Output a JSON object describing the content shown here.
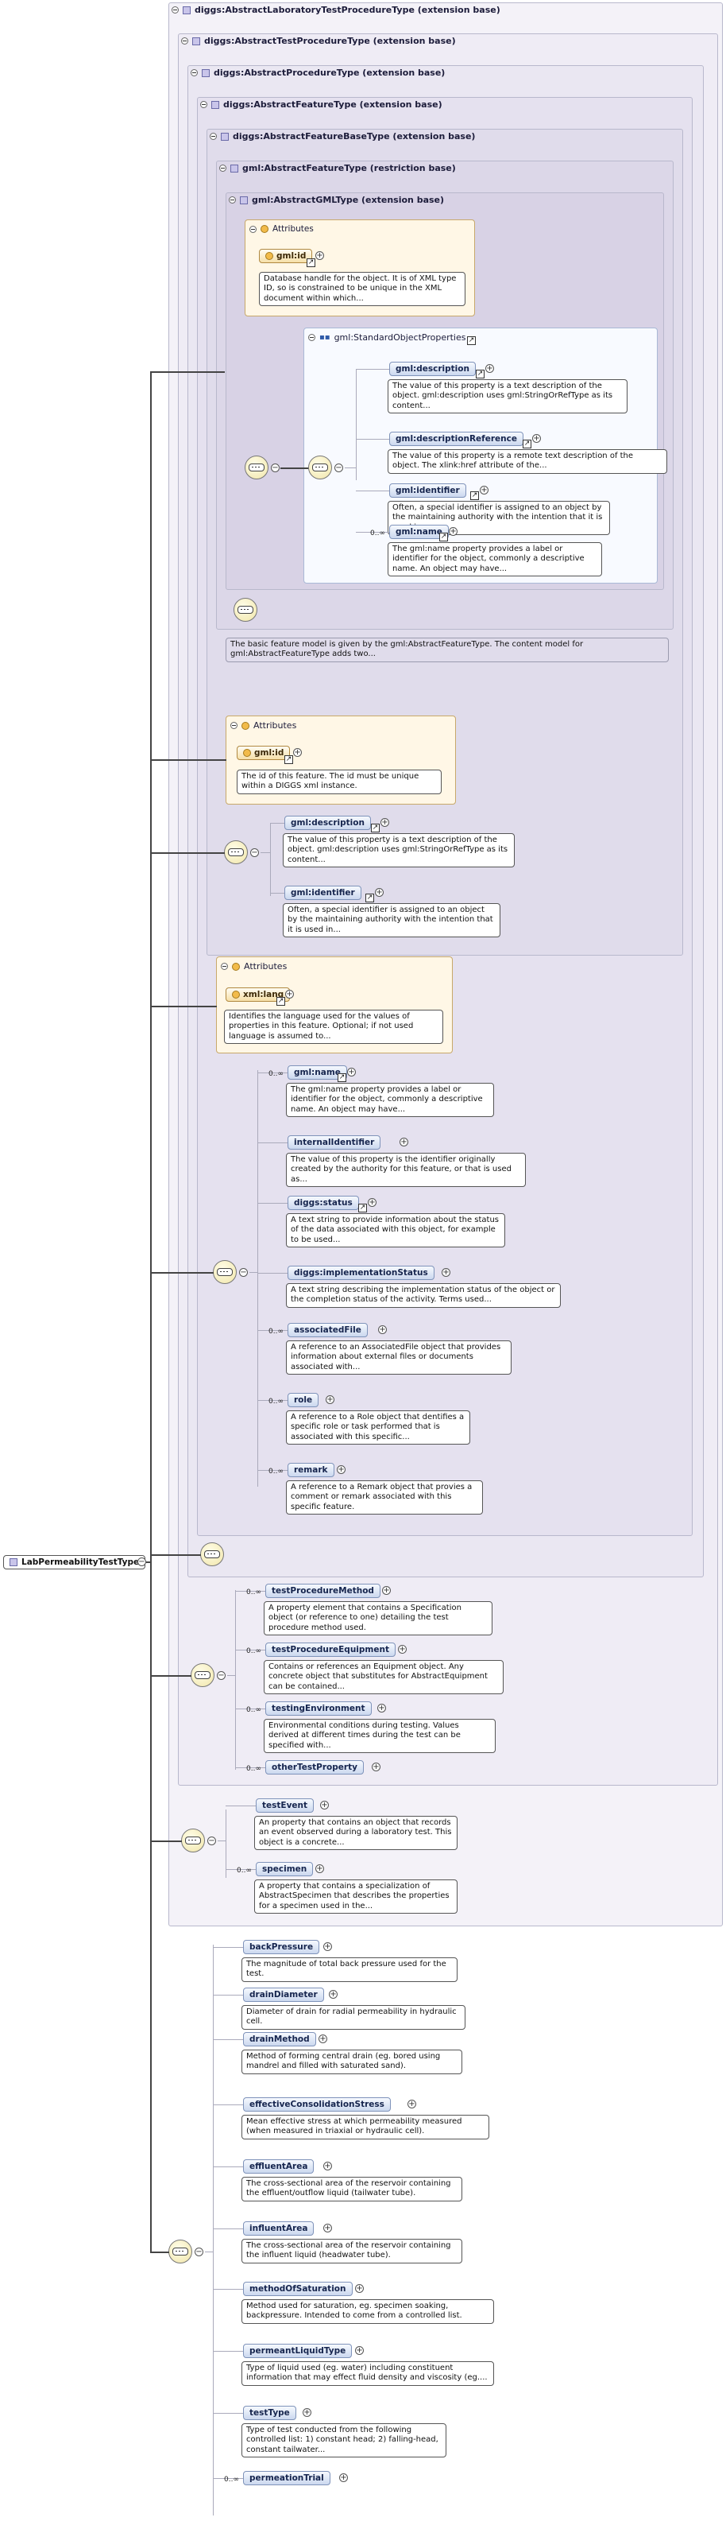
{
  "types": {
    "t1": "diggs:AbstractLaboratoryTestProcedureType (extension base)",
    "t2": "diggs:AbstractTestProcedureType (extension base)",
    "t3": "diggs:AbstractProcedureType (extension base)",
    "t4": "diggs:AbstractFeatureType (extension base)",
    "t5": "diggs:AbstractFeatureBaseType (extension base)",
    "t6": "gml:AbstractFeatureType (restriction base)",
    "t7": "gml:AbstractGMLType (extension base)"
  },
  "root": "LabPermeabilityTestType",
  "attrs_label": "Attributes",
  "std_props": "gml:StandardObjectProperties",
  "cards": {
    "many": "0..∞"
  },
  "gml": {
    "id_attr": "gml:id",
    "id_doc": "Database handle for the object. It is of XML type ID, so is constrained to be unique in the XML document within which...",
    "props": [
      {
        "name": "gml:description",
        "doc": "The value of this property is a text description of the object. gml:description uses gml:StringOrRefType as its content..."
      },
      {
        "name": "gml:descriptionReference",
        "doc": "The value of this property is a remote text description of the object. The xlink:href attribute of the..."
      },
      {
        "name": "gml:identifier",
        "doc": "Often, a special identifier is assigned to an object by the maintaining authority with the intention that it is used in..."
      },
      {
        "name": "gml:name",
        "doc": "The gml:name property provides a label or identifier for the object, commonly a descriptive name. An object may have..."
      }
    ],
    "feature_doc": "The basic feature model is given by the gml:AbstractFeatureType. The content model for gml:AbstractFeatureType adds two..."
  },
  "base": {
    "id_attr": "gml:id",
    "id_doc": "The id of this feature. The id must be unique within a DIGGS xml instance.",
    "els": [
      {
        "name": "gml:description",
        "doc": "The value of this property is a text description of the object. gml:description uses gml:StringOrRefType as its content..."
      },
      {
        "name": "gml:identifier",
        "doc": "Often, a special identifier is assigned to an object by the maintaining authority with the intention that it is used in..."
      }
    ]
  },
  "feature": {
    "lang_attr": "xml:lang",
    "lang_doc": "Identifies the language used for the values of properties in this feature. Optional; if not used language is assumed to...",
    "els": [
      {
        "name": "gml:name",
        "doc": "The gml:name property provides a label or identifier for the object, commonly a descriptive name. An object may have..."
      },
      {
        "name": "internalIdentifier",
        "doc": "The value of this property is the identifier originally created by the authority for this feature, or that is used as..."
      },
      {
        "name": "diggs:status",
        "doc": "A text string to provide information about the status of the data associated with this object, for example to be used..."
      },
      {
        "name": "diggs:implementationStatus",
        "doc": "A text string describing the implementation status of the object or the completion status of the activity. Terms used..."
      },
      {
        "name": "associatedFile",
        "doc": "A reference to an AssociatedFile object that provides information about external files or documents associated with..."
      },
      {
        "name": "role",
        "doc": "A reference to a Role object that dentifies a specific role or task performed that is associated with this specific..."
      },
      {
        "name": "remark",
        "doc": "A reference to a Remark object that provies a comment or remark associated with this specific feature."
      }
    ]
  },
  "test": {
    "els": [
      {
        "name": "testProcedureMethod",
        "doc": "A property element that contains a Specification object (or reference to one) detailing the test procedure method used."
      },
      {
        "name": "testProcedureEquipment",
        "doc": "Contains or references an Equipment object. Any concrete object that substitutes for AbstractEquipment can be contained..."
      },
      {
        "name": "testingEnvironment",
        "doc": "Environmental conditions during testing. Values derived at different times during the test can be specified with..."
      },
      {
        "name": "otherTestProperty",
        "doc": ""
      }
    ]
  },
  "lab": {
    "els": [
      {
        "name": "testEvent",
        "doc": "An property that contains an object that records an event observed during a laboratory test. This object is a concrete..."
      },
      {
        "name": "specimen",
        "doc": "A property that contains a specialization of AbstractSpecimen that describes the properties for a specimen used in the..."
      }
    ]
  },
  "perm": {
    "els": [
      {
        "name": "backPressure",
        "doc": "The magnitude of total back pressure used for the test."
      },
      {
        "name": "drainDiameter",
        "doc": "Diameter of drain for radial permeability in hydraulic cell."
      },
      {
        "name": "drainMethod",
        "doc": "Method of forming central drain (eg. bored using mandrel and filled with saturated sand)."
      },
      {
        "name": "effectiveConsolidationStress",
        "doc": "Mean effective stress at which permeability measured (when measured in triaxial or hydraulic cell)."
      },
      {
        "name": "effluentArea",
        "doc": "The cross-sectional area of the reservoir containing the effluent/outflow liquid (tailwater tube)."
      },
      {
        "name": "influentArea",
        "doc": "The cross-sectional area of the reservoir containing the influent liquid (headwater tube)."
      },
      {
        "name": "methodOfSaturation",
        "doc": "Method used for saturation, eg. specimen soaking, backpressure. Intended to come from a controlled list."
      },
      {
        "name": "permeantLiquidType",
        "doc": "Type of liquid used (eg. water) including constituent information that may effect fluid density and viscosity (eg...."
      },
      {
        "name": "testType",
        "doc": "Type of test conducted from the following controlled list: 1) constant head; 2) falling-head, constant tailwater..."
      },
      {
        "name": "permeationTrial",
        "doc": ""
      }
    ]
  },
  "icons": [
    "minus-icon",
    "type-icon",
    "sequence-icon",
    "attribute-icon",
    "plus-icon",
    "jump-icon",
    "choice-icon"
  ]
}
